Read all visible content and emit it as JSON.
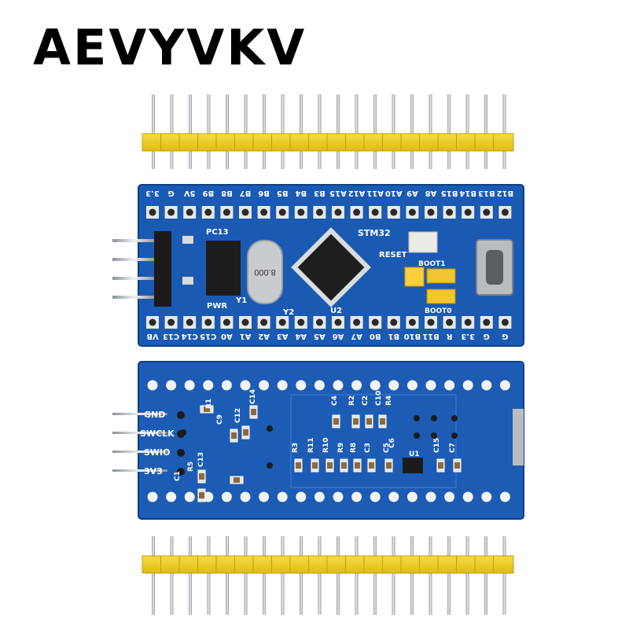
{
  "brand": "AEVYVKV",
  "top_board": {
    "top_pins": [
      "B12",
      "B13",
      "B14",
      "B15",
      "A8",
      "A9",
      "A10",
      "A11",
      "A12",
      "A15",
      "B3",
      "B4",
      "B5",
      "B6",
      "B7",
      "B8",
      "B9",
      "5V",
      "G",
      "3.3"
    ],
    "bottom_pins": [
      "G",
      "G",
      "3.3",
      "R",
      "B11",
      "B10",
      "B1",
      "B0",
      "A7",
      "A6",
      "A5",
      "A4",
      "A3",
      "A2",
      "A1",
      "A0",
      "C15",
      "C14",
      "C13",
      "VB"
    ],
    "markings": {
      "chip": "STM32",
      "reset": "RESET",
      "boot1": "BOOT1",
      "boot0": "BOOT0",
      "pc13": "PC13",
      "pwr": "PWR",
      "crystal": "8.000",
      "y1": "Y1",
      "y2": "Y2",
      "u2": "U2"
    }
  },
  "bottom_board": {
    "debug_labels": [
      "GND",
      "SWCLK",
      "SWIO",
      "3V3"
    ],
    "components": [
      "R1",
      "C9",
      "C14",
      "C12",
      "C13",
      "R5",
      "C1",
      "C4",
      "R2",
      "C2",
      "C10",
      "R4",
      "R3",
      "R11",
      "R10",
      "R9",
      "R8",
      "C3",
      "C5",
      "C6",
      "C15",
      "C7",
      "U1"
    ]
  },
  "colors": {
    "pcb": "#1a5ab3",
    "header": "#f2d028",
    "pin": "#c9ccd0"
  }
}
